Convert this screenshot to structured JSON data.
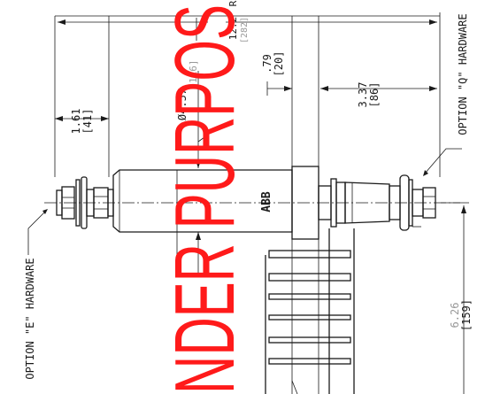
{
  "dimensions": {
    "overall_height": {
      "imperial": "12.2",
      "metric": "[282]"
    },
    "diameter": {
      "imperial": "Ø4.57",
      "metric": "[116]"
    },
    "top_hardware": {
      "imperial": "1.61",
      "metric": "[41]"
    },
    "flange_thickness": {
      "imperial": ".79",
      "metric": "[20]"
    },
    "flange_to_top": {
      "imperial": "3.37",
      "metric": "[86]"
    },
    "lower_length": {
      "imperial": "6.26",
      "metric": "[159]"
    }
  },
  "labels": {
    "option_e": "OPTION \"E\" HARDWARE",
    "option_q": "OPTION \"Q\" HARDWARE",
    "brand": "ABB",
    "corner_fragment": "R"
  },
  "watermark": "NDER PURPOS",
  "colors": {
    "line": "#1a1a1a",
    "watermark": "#ff1a1a",
    "dim_grey": "#9a9a9a"
  }
}
